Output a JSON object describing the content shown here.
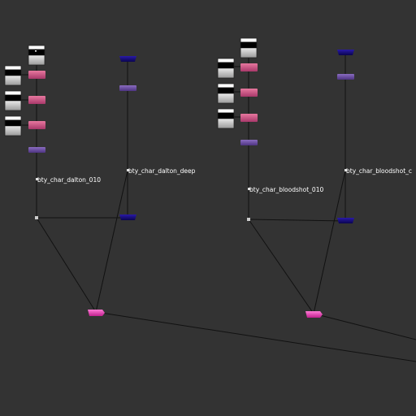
{
  "graph": {
    "background_color": "#333333",
    "wire_color": "#111111",
    "colors": {
      "read_node": "#d65a8a",
      "read_node_dark": "#a23a66",
      "merge_node": "#6b4aa0",
      "deep_node": "#140a78",
      "final_merge": "#e63fb0",
      "thumb_top": "#000000",
      "thumb_bottom": "#dddddd"
    },
    "groups": [
      {
        "name": "dalton",
        "label_beauty": "bty_char_dalton_010",
        "label_deep": "bty_char_dalton_deep"
      },
      {
        "name": "bloodshot",
        "label_beauty": "bty_char_bloodshot_010",
        "label_deep": "bty_char_bloodshot_c"
      }
    ]
  }
}
